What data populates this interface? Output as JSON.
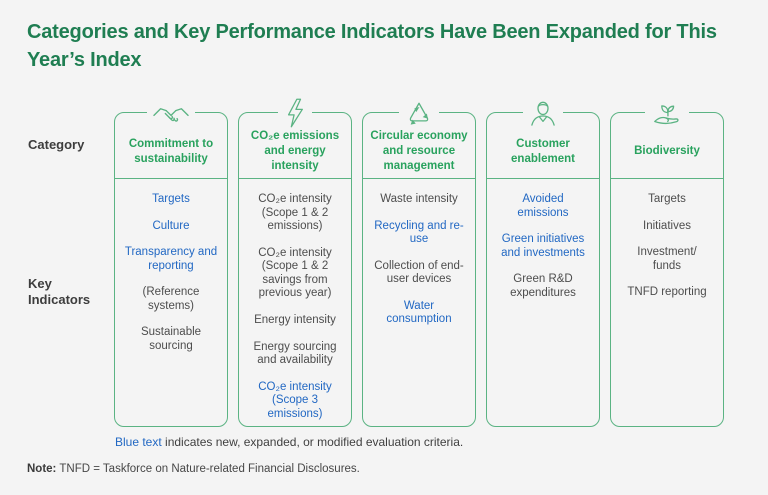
{
  "page": {
    "title": "Categories and Key Performance Indicators Have Been Expanded for This Year’s Index",
    "background_color": "#f4f4f4"
  },
  "colors": {
    "title_green": "#1f7e52",
    "category_green": "#29a25e",
    "border_green": "#5bb383",
    "highlight_blue": "#2268c3",
    "body_gray": "#4d4d4d"
  },
  "side_labels": {
    "category": "Category",
    "key_indicators": "Key Indicators"
  },
  "columns": [
    {
      "icon": "handshake-icon",
      "category": "Commitment to sustainability",
      "indicators": [
        {
          "text": "Targets",
          "highlight": true
        },
        {
          "text": "Culture",
          "highlight": true
        },
        {
          "text": "Transparency and reporting",
          "highlight": true
        },
        {
          "text": "(Reference systems)",
          "highlight": false
        },
        {
          "text": "Sustainable sourcing",
          "highlight": false
        }
      ]
    },
    {
      "icon": "lightning-bolt-icon",
      "category": "CO₂e emissions and energy intensity",
      "indicators": [
        {
          "text": "CO₂e intensity (Scope 1 & 2 emissions)",
          "highlight": false
        },
        {
          "text": "CO₂e intensity (Scope 1 & 2 savings from previous year)",
          "highlight": false
        },
        {
          "text": "Energy intensity",
          "highlight": false
        },
        {
          "text": "Energy sourcing and availability",
          "highlight": false
        },
        {
          "text": "CO₂e intensity (Scope 3 emissions)",
          "highlight": true
        }
      ]
    },
    {
      "icon": "recycle-icon",
      "category": "Circular economy and resource management",
      "indicators": [
        {
          "text": "Waste intensity",
          "highlight": false
        },
        {
          "text": "Recycling and re-use",
          "highlight": true
        },
        {
          "text": "Collection of end-user devices",
          "highlight": false
        },
        {
          "text": "Water consumption",
          "highlight": true
        }
      ]
    },
    {
      "icon": "person-icon",
      "category": "Customer enablement",
      "indicators": [
        {
          "text": "Avoided\nemissions",
          "highlight": true
        },
        {
          "text": "Green initiatives and investments",
          "highlight": true
        },
        {
          "text": "Green R&D expenditures",
          "highlight": false
        }
      ]
    },
    {
      "icon": "hand-plant-icon",
      "category": "Biodiversity",
      "indicators": [
        {
          "text": "Targets",
          "highlight": false
        },
        {
          "text": "Initiatives",
          "highlight": false
        },
        {
          "text": "Investment/\nfunds",
          "highlight": false
        },
        {
          "text": "TNFD reporting",
          "highlight": false
        }
      ]
    }
  ],
  "legend": {
    "highlight": "Blue text",
    "rest": " indicates new, expanded, or modified evaluation criteria."
  },
  "note": {
    "prefix": "Note:",
    "text": " TNFD = Taskforce on Nature-related Financial Disclosures."
  }
}
